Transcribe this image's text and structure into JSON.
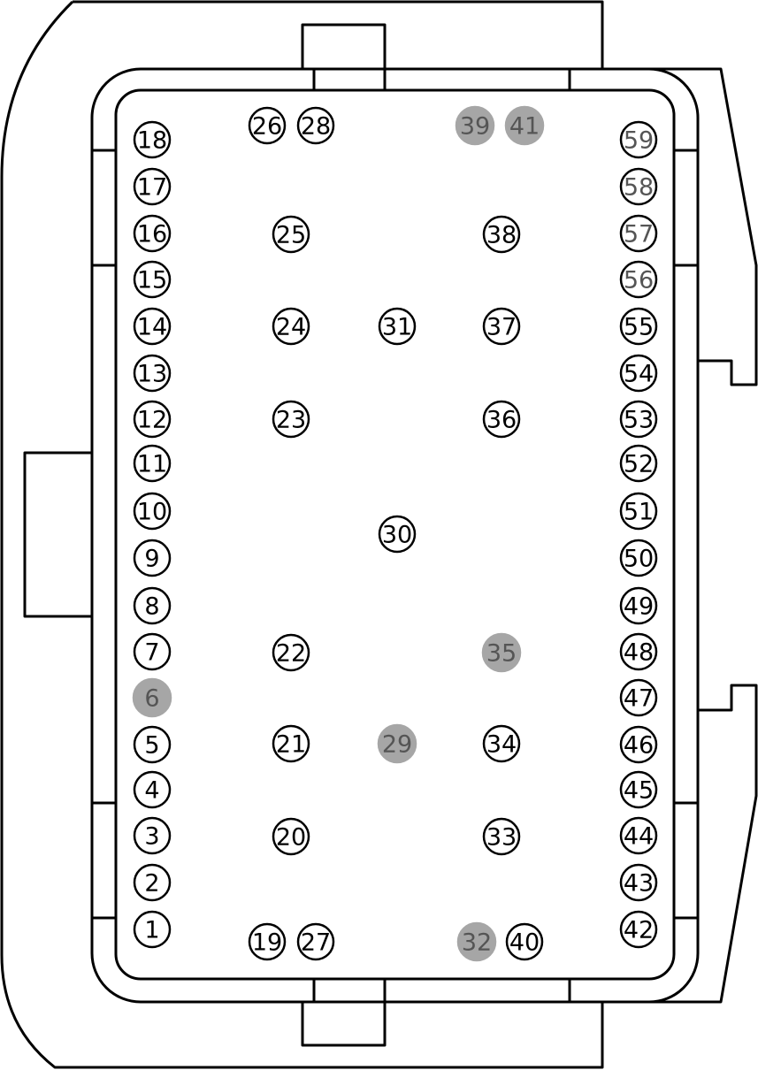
{
  "colors": {
    "outline": "#000000",
    "background": "#ffffff",
    "pin_stroke": "#000000",
    "pin_fill_normal": "#ffffff",
    "pin_fill_unused": "#a6a6a6",
    "pin_text_normal": "#000000",
    "pin_text_unused": "#555555"
  },
  "pins": [
    {
      "label": "1",
      "unused": false
    },
    {
      "label": "2",
      "unused": false
    },
    {
      "label": "3",
      "unused": false
    },
    {
      "label": "4",
      "unused": false
    },
    {
      "label": "5",
      "unused": false
    },
    {
      "label": "6",
      "unused": true
    },
    {
      "label": "7",
      "unused": false
    },
    {
      "label": "8",
      "unused": false
    },
    {
      "label": "9",
      "unused": false
    },
    {
      "label": "10",
      "unused": false
    },
    {
      "label": "11",
      "unused": false
    },
    {
      "label": "12",
      "unused": false
    },
    {
      "label": "13",
      "unused": false
    },
    {
      "label": "14",
      "unused": false
    },
    {
      "label": "15",
      "unused": false
    },
    {
      "label": "16",
      "unused": false
    },
    {
      "label": "17",
      "unused": false
    },
    {
      "label": "18",
      "unused": false
    },
    {
      "label": "19",
      "unused": false
    },
    {
      "label": "20",
      "unused": false
    },
    {
      "label": "21",
      "unused": false
    },
    {
      "label": "22",
      "unused": false
    },
    {
      "label": "23",
      "unused": false
    },
    {
      "label": "24",
      "unused": false
    },
    {
      "label": "25",
      "unused": false
    },
    {
      "label": "26",
      "unused": false
    },
    {
      "label": "27",
      "unused": false
    },
    {
      "label": "28",
      "unused": false
    },
    {
      "label": "29",
      "unused": true
    },
    {
      "label": "30",
      "unused": false
    },
    {
      "label": "31",
      "unused": false
    },
    {
      "label": "32",
      "unused": true
    },
    {
      "label": "33",
      "unused": false
    },
    {
      "label": "34",
      "unused": false
    },
    {
      "label": "35",
      "unused": true
    },
    {
      "label": "36",
      "unused": false
    },
    {
      "label": "37",
      "unused": false
    },
    {
      "label": "38",
      "unused": false
    },
    {
      "label": "39",
      "unused": true
    },
    {
      "label": "40",
      "unused": false
    },
    {
      "label": "41",
      "unused": true
    },
    {
      "label": "42",
      "unused": false
    },
    {
      "label": "43",
      "unused": false
    },
    {
      "label": "44",
      "unused": false
    },
    {
      "label": "45",
      "unused": false
    },
    {
      "label": "46",
      "unused": false
    },
    {
      "label": "47",
      "unused": false
    },
    {
      "label": "48",
      "unused": false
    },
    {
      "label": "49",
      "unused": false
    },
    {
      "label": "50",
      "unused": false
    },
    {
      "label": "51",
      "unused": false
    },
    {
      "label": "52",
      "unused": false
    },
    {
      "label": "53",
      "unused": false
    },
    {
      "label": "54",
      "unused": false
    },
    {
      "label": "55",
      "unused": false
    },
    {
      "label": "56",
      "unused": false,
      "dim_label": true
    },
    {
      "label": "57",
      "unused": false,
      "dim_label": true
    },
    {
      "label": "58",
      "unused": false,
      "dim_label": true
    },
    {
      "label": "59",
      "unused": false,
      "dim_label": true
    }
  ]
}
